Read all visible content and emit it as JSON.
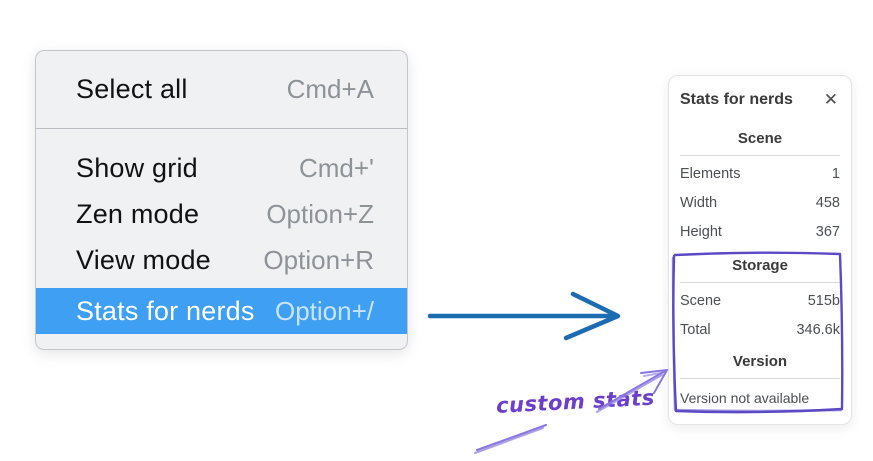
{
  "context_menu": {
    "items": [
      {
        "label": "Select all",
        "shortcut": "Cmd+A",
        "selected": false
      },
      {
        "label": "Show grid",
        "shortcut": "Cmd+'",
        "selected": false
      },
      {
        "label": "Zen mode",
        "shortcut": "Option+Z",
        "selected": false
      },
      {
        "label": "View mode",
        "shortcut": "Option+R",
        "selected": false
      },
      {
        "label": "Stats for nerds",
        "shortcut": "Option+/",
        "selected": true
      }
    ],
    "highlight_color": "#3f9ff3"
  },
  "stats_panel": {
    "title": "Stats for nerds",
    "close_icon": "✕",
    "sections": [
      {
        "heading": "Scene",
        "rows": [
          {
            "key": "Elements",
            "value": "1"
          },
          {
            "key": "Width",
            "value": "458"
          },
          {
            "key": "Height",
            "value": "367"
          }
        ]
      },
      {
        "heading": "Storage",
        "rows": [
          {
            "key": "Scene",
            "value": "515b"
          },
          {
            "key": "Total",
            "value": "346.6k"
          }
        ]
      },
      {
        "heading": "Version",
        "rows": [],
        "note": "Version not available"
      }
    ]
  },
  "annotation": {
    "label": "custom stats",
    "text_color": "#6b3fc9",
    "box_color": "#5b49c5",
    "arrow_color": "#8a78e0"
  },
  "flow_arrow_color": "#1c6cb2"
}
